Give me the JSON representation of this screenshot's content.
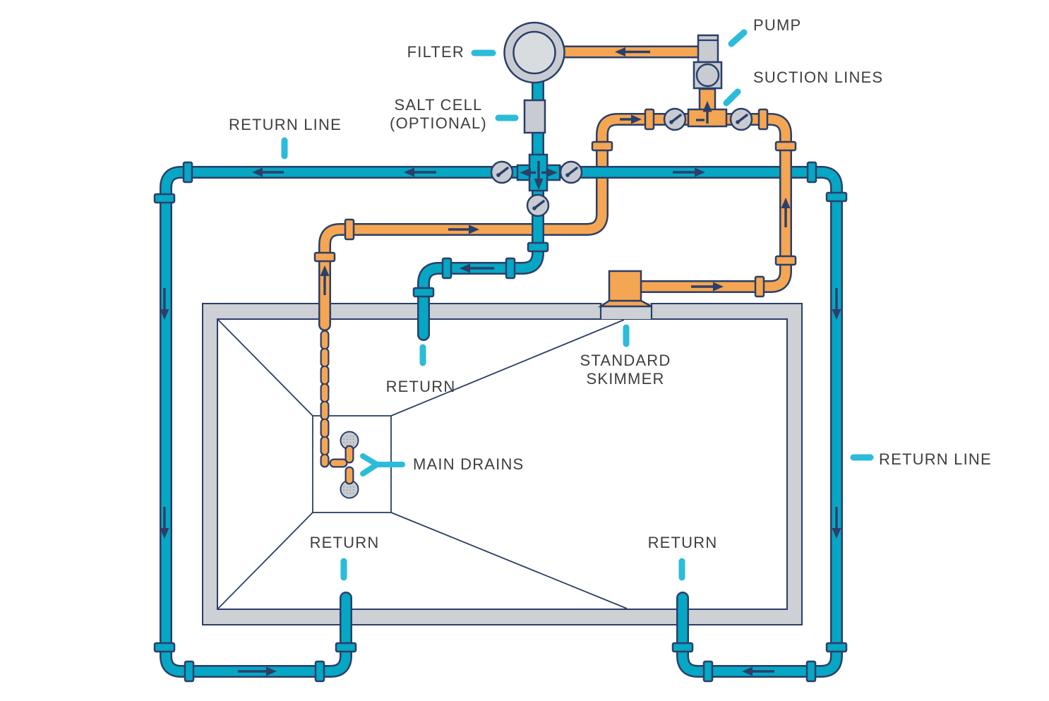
{
  "labels": {
    "filter": "FILTER",
    "salt_cell_line1": "SALT CELL",
    "salt_cell_line2": "(OPTIONAL)",
    "pump": "PUMP",
    "suction_lines": "SUCTION LINES",
    "return_line_left": "RETURN LINE",
    "return_line_right": "RETURN LINE",
    "standard_skimmer_line1": "STANDARD",
    "standard_skimmer_line2": "SKIMMER",
    "return_top": "RETURN",
    "main_drains": "MAIN DRAINS",
    "return_bottom_left": "RETURN",
    "return_bottom_right": "RETURN"
  },
  "colors": {
    "pipe_teal": "#06a7c4",
    "pipe_orange": "#f5a653",
    "outline_navy": "#2b3f69",
    "equipment_gray": "#c8ccd2",
    "equipment_gray_light": "#d9dcdf",
    "deck_gray": "#cdd0d4",
    "label_marker_cyan": "#2bbcd9",
    "label_text": "#3e3e3e",
    "background": "#ffffff"
  }
}
